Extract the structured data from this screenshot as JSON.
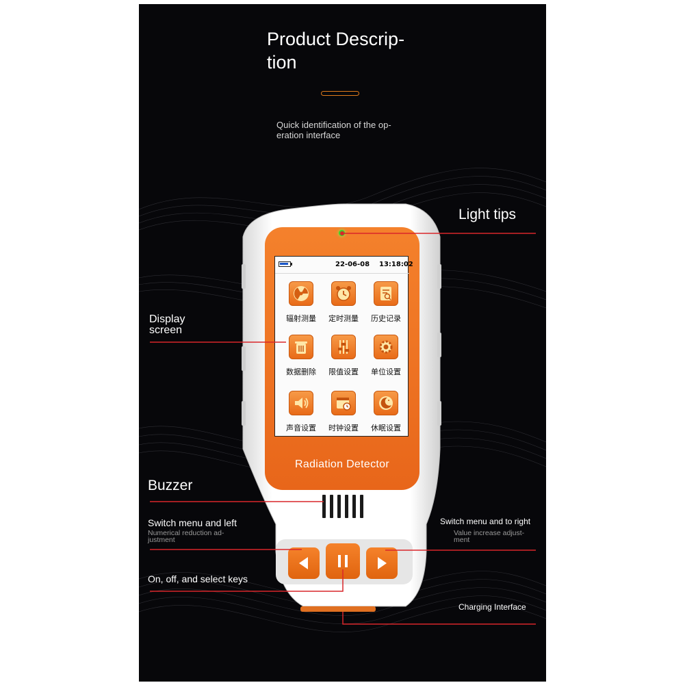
{
  "title": "Product Descrip-\ntion",
  "subtitle": "Quick identification of the op-\neration interface",
  "callouts": {
    "light_tips": "Light tips",
    "display_screen": "Display\nscreen",
    "buzzer": "Buzzer",
    "switch_left": "Switch menu and left",
    "switch_left_sub": "Numerical reduction ad-\njustment",
    "on_off": "On, off, and select keys",
    "switch_right": "Switch menu and to right",
    "switch_right_sub": "Value increase adjust-\nment",
    "charging": "Charging Interface"
  },
  "device": {
    "brand": "Radiation Detector",
    "status": {
      "date": "22-06-08",
      "time": "13:18:02"
    },
    "menu": [
      {
        "label": "辐射测量",
        "icon": "radiation-icon"
      },
      {
        "label": "定时测量",
        "icon": "alarm-clock-icon"
      },
      {
        "label": "历史记录",
        "icon": "history-icon"
      },
      {
        "label": "数据删除",
        "icon": "trash-icon"
      },
      {
        "label": "限值设置",
        "icon": "sliders-icon"
      },
      {
        "label": "单位设置",
        "icon": "gear-icon"
      },
      {
        "label": "声音设置",
        "icon": "speaker-icon"
      },
      {
        "label": "时钟设置",
        "icon": "calendar-clock-icon"
      },
      {
        "label": "休眠设置",
        "icon": "moon-icon"
      }
    ],
    "buttons": [
      "left-arrow-icon",
      "pause-icon",
      "right-arrow-icon"
    ]
  },
  "colors": {
    "accent_orange": "#ee7320",
    "callout_line": "#d9262a",
    "led_green": "#3fcf2a",
    "background": "#07070a"
  }
}
